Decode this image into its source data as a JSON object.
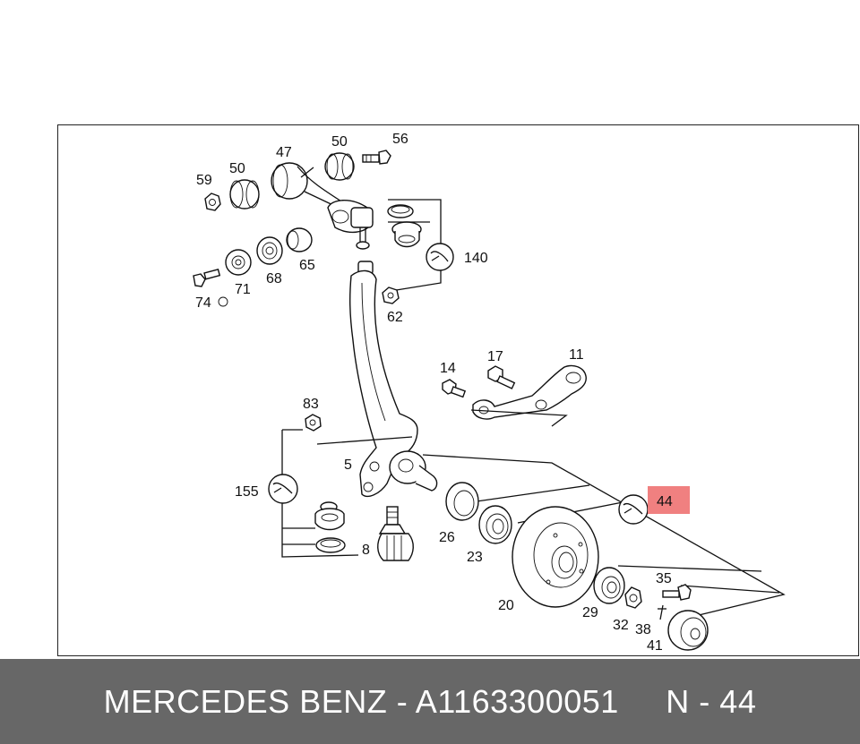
{
  "colors": {
    "background": "#ffffff",
    "footer_bg": "#676767",
    "footer_text": "#ffffff",
    "highlight": "#f08080",
    "line": "#111111"
  },
  "diagram": {
    "labels": {
      "p59": "59",
      "p50a": "50",
      "p47": "47",
      "p50b": "50",
      "p56": "56",
      "p140": "140",
      "p65": "65",
      "p68": "68",
      "p71": "71",
      "p74": "74",
      "p62": "62",
      "p17": "17",
      "p11": "11",
      "p14": "14",
      "p83": "83",
      "p5": "5",
      "p155": "155",
      "p8": "8",
      "p26": "26",
      "p23": "23",
      "p20": "20",
      "p44": "44",
      "p35": "35",
      "p29": "29",
      "p32": "32",
      "p38": "38",
      "p41": "41"
    },
    "icons": {
      "tool_140": "wrench-icon",
      "tool_155": "wrench-icon",
      "tool_44": "wrench-icon"
    }
  },
  "footer": {
    "brand": "MERCEDES BENZ",
    "separator": " - ",
    "part_number": "A1163300051",
    "gap": "     ",
    "ref_prefix": "N - ",
    "ref_number": "44"
  }
}
